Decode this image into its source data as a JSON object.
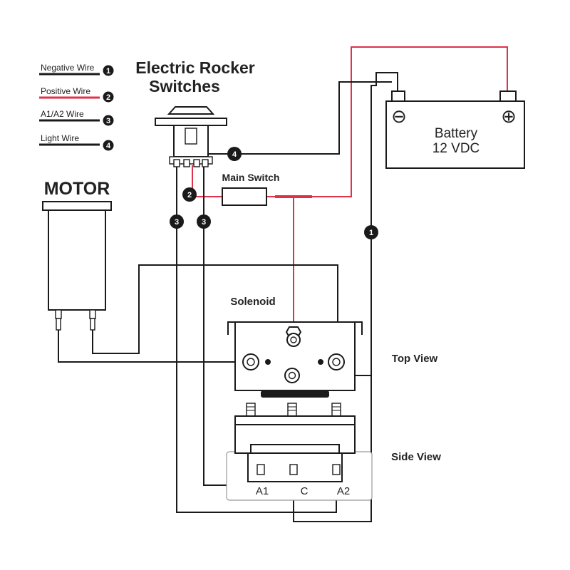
{
  "diagram": {
    "title_line1": "Electric Rocker",
    "title_line2": "Switches",
    "motor_label": "MOTOR",
    "main_switch_label": "Main Switch",
    "solenoid_label": "Solenoid",
    "top_view_label": "Top View",
    "side_view_label": "Side View",
    "battery_line1": "Battery",
    "battery_line2": "12 VDC",
    "battery_minus_symbol": "⊖",
    "battery_plus_symbol": "⊕",
    "terminal_a1": "A1",
    "terminal_c": "C",
    "terminal_a2": "A2"
  },
  "legend": [
    {
      "label": "Negative Wire",
      "number": "1",
      "color": "#1a1a1a"
    },
    {
      "label": "Positive Wire",
      "number": "2",
      "color": "#e0314b"
    },
    {
      "label": "A1/A2 Wire",
      "number": "3",
      "color": "#1a1a1a"
    },
    {
      "label": "Light Wire",
      "number": "4",
      "color": "#1a1a1a"
    }
  ],
  "badges": {
    "light_wire": "4",
    "positive_wire": "2",
    "a1_wire": "3",
    "a2_wire": "3",
    "negative_wire": "1"
  },
  "colors": {
    "negative": "#1a1a1a",
    "positive": "#e0314b"
  }
}
